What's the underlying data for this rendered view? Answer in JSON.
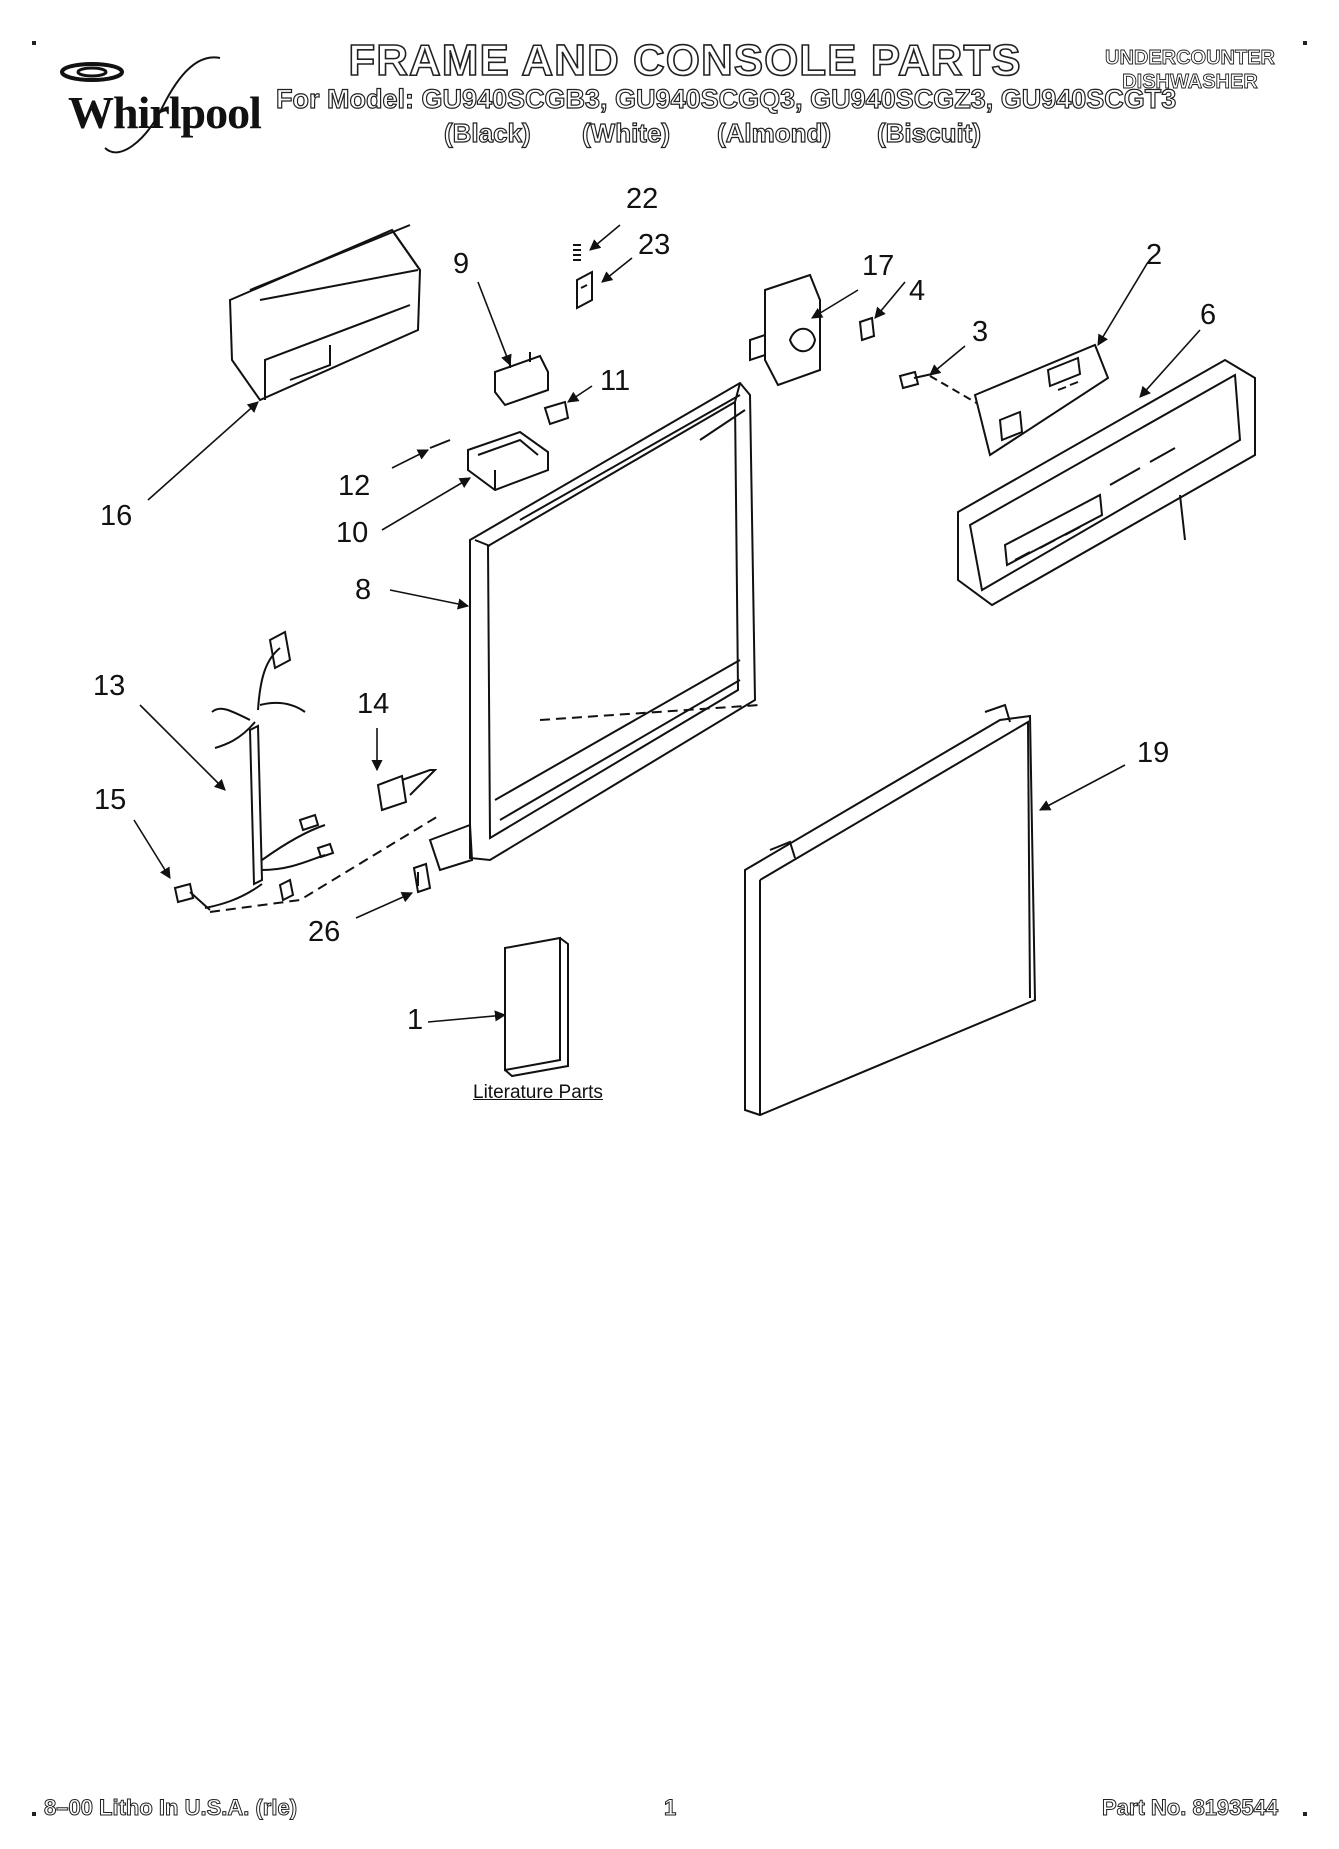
{
  "header": {
    "brand": "Whirlpool",
    "title": "FRAME AND CONSOLE PARTS",
    "models_line": "For Model: GU940SCGB3, GU940SCGQ3, GU940SCGZ3, GU940SCGT3",
    "colors": [
      "(Black)",
      "(White)",
      "(Almond)",
      "(Biscuit)"
    ],
    "product_line1": "UNDERCOUNTER",
    "product_line2": "DISHWASHER"
  },
  "callouts": [
    "22",
    "23",
    "9",
    "17",
    "4",
    "2",
    "6",
    "3",
    "11",
    "16",
    "12",
    "10",
    "8",
    "13",
    "14",
    "19",
    "15",
    "26",
    "1"
  ],
  "literature_label": "Literature Parts",
  "footer": {
    "litho": "8–00 Litho In U.S.A. (rle)",
    "page": "1",
    "part_no": "Part No. 8193544"
  },
  "colors": {
    "ink": "#111111",
    "paper": "#ffffff"
  },
  "icons": [
    "whirlpool-swirl-icon"
  ]
}
